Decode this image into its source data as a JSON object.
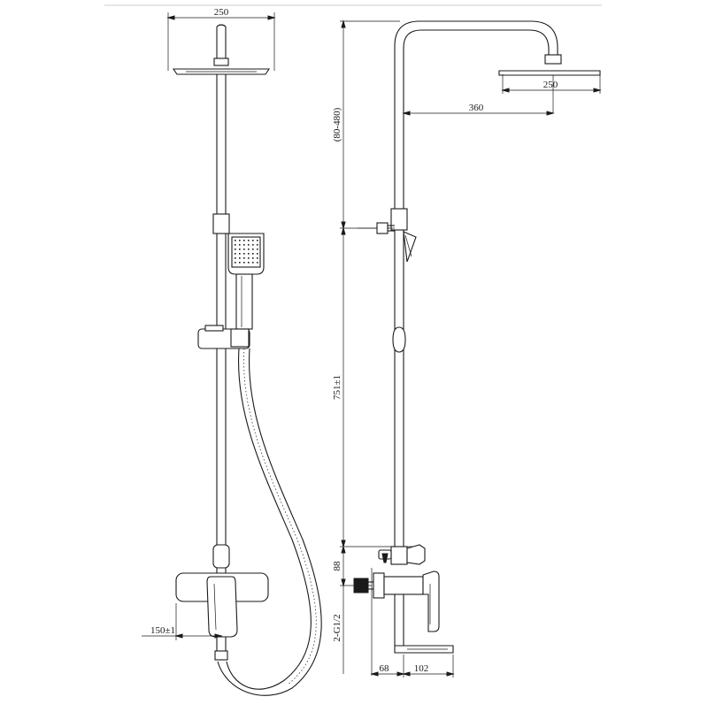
{
  "diagram": {
    "front_view": {
      "head_width_label": "250",
      "mixer_offset_label": "150±1"
    },
    "side_view": {
      "adjust_range_label": "(80-480)",
      "height_label": "751±1",
      "arm_length_label": "360",
      "head_width_label": "250",
      "outlet_spacing_label": "88",
      "inlet_thread_label": "2-G1/2",
      "wall_offset_label": "68",
      "spout_depth_label": "102"
    }
  }
}
